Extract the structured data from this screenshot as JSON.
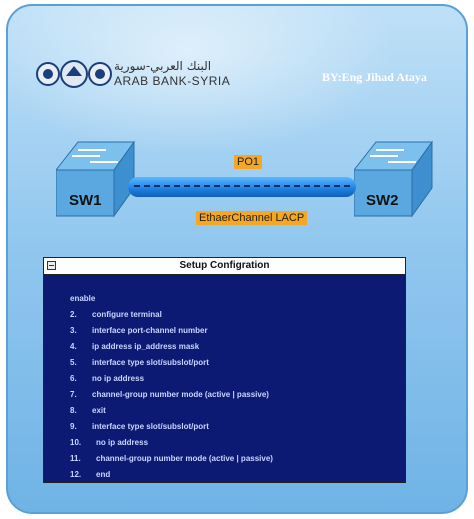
{
  "header": {
    "brand_arabic": "البنك العربي-سورية",
    "brand_english": "ARAB BANK-SYRIA",
    "author": "BY:Eng Jihad Ataya"
  },
  "diagram": {
    "switch_left": "SW1",
    "switch_right": "SW2",
    "link_label": "PO1",
    "link_type": "EthaerChannel LACP",
    "colors": {
      "cable": "#1e7fe0",
      "tag": "#f5a623",
      "switch": "#5aa8df"
    }
  },
  "setup": {
    "title": "Setup Configration",
    "lines": [
      {
        "num": "",
        "cmd": "enable"
      },
      {
        "num": "2.",
        "cmd": "configure terminal"
      },
      {
        "num": "3.",
        "cmd": "interface port-channel number"
      },
      {
        "num": "4.",
        "cmd": "ip address ip_address mask"
      },
      {
        "num": "5.",
        "cmd": "interface type slot/subslot/port"
      },
      {
        "num": "6.",
        "cmd": "no ip address"
      },
      {
        "num": "7.",
        "cmd": "channel-group number mode (active | passive)"
      },
      {
        "num": "8.",
        "cmd": "exit"
      },
      {
        "num": "9.",
        "cmd": "interface type slot/subslot/port"
      },
      {
        "num": "10.",
        "cmd": "no ip address"
      },
      {
        "num": "11.",
        "cmd": "channel-group number mode (active | passive)"
      },
      {
        "num": "12.",
        "cmd": "end"
      }
    ]
  }
}
